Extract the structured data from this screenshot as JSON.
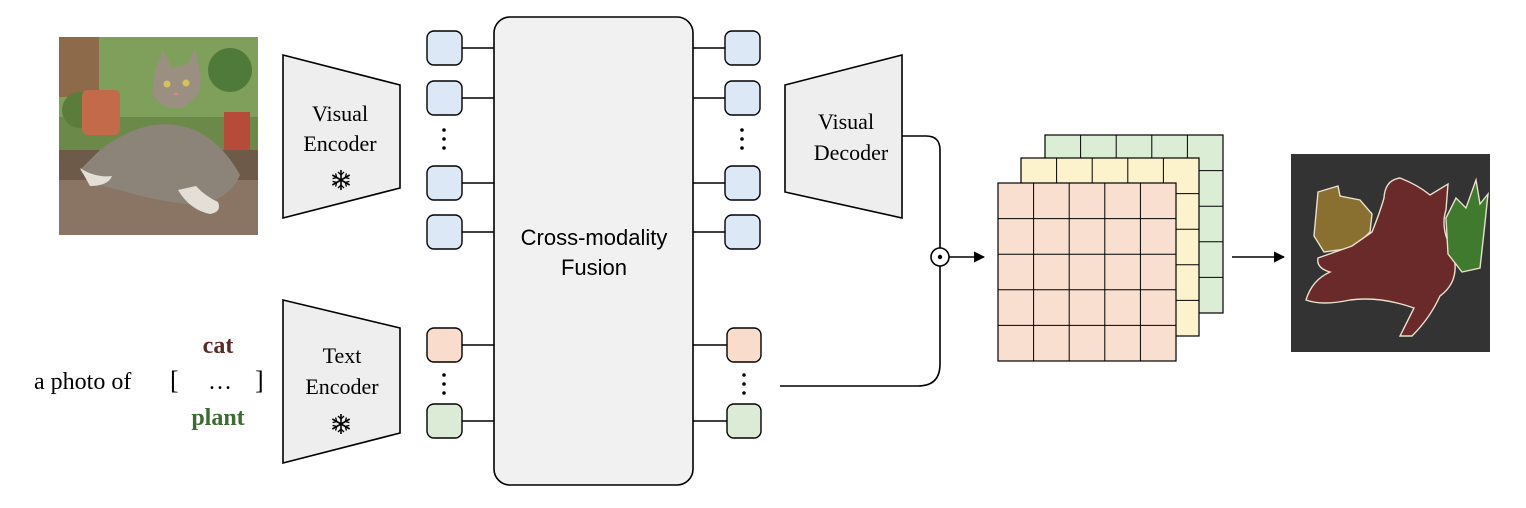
{
  "visual_encoder": {
    "line1": "Visual",
    "line2": "Encoder"
  },
  "text_encoder": {
    "line1": "Text",
    "line2": "Encoder"
  },
  "fusion": {
    "line1": "Cross-modality",
    "line2": "Fusion"
  },
  "visual_decoder": {
    "line1": "Visual",
    "line2": "Decoder"
  },
  "prompt": {
    "prefix": "a photo of",
    "bracket_open": "[",
    "bracket_close": "]",
    "ellipsis": "…",
    "class_top": "cat",
    "class_bottom": "plant"
  },
  "frozen_icon": "snowflake-icon",
  "colors": {
    "visual_token": "#dce8f5",
    "text_token_cat": "#f9dccb",
    "text_token_plant": "#dcebd6",
    "cat_class": "#5b2a26",
    "plant_class": "#3d6b32",
    "grid_front": "#f9dfcf",
    "grid_middle": "#fcf2cc",
    "grid_back": "#dcedd6",
    "seg_cat": "#6b2a2a",
    "seg_plant": "#3f7a2e",
    "seg_background": "#8a7030",
    "seg_canvas": "#333333"
  }
}
